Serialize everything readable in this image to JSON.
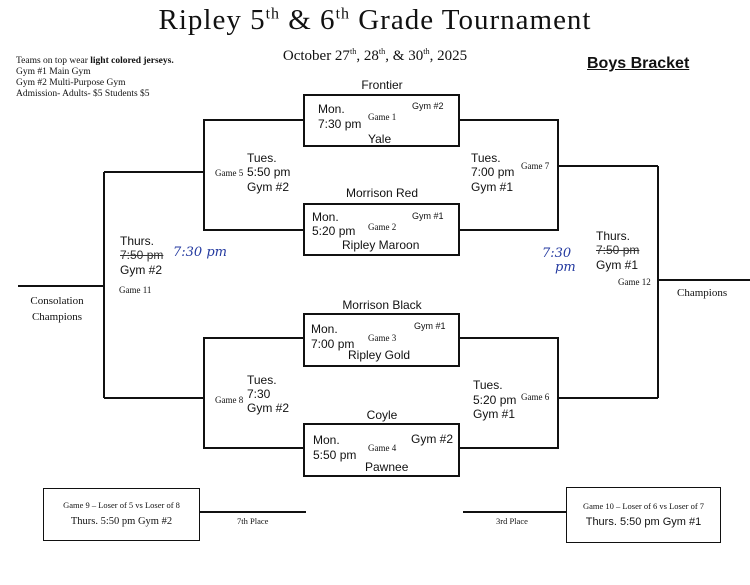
{
  "header": {
    "title_prefix": "Ripley 5",
    "title_sup1": "th",
    "title_mid": " & 6",
    "title_sup2": "th",
    "title_suffix": " Grade Tournament",
    "dates_a": "October 27",
    "dates_a_sup": "th",
    "dates_b": ", 28",
    "dates_b_sup": "th",
    "dates_c": ", & 30",
    "dates_c_sup": "th",
    "dates_d": ", 2025",
    "bracket_label": "Boys Bracket"
  },
  "notes": {
    "jersey_prefix": "Teams on top wear ",
    "jersey_bold": "light colored jerseys.",
    "gym1": "Gym #1 Main Gym",
    "gym2": "Gym #2 Multi-Purpose Gym",
    "admission": "Admission- Adults- $5 Students $5"
  },
  "games": {
    "g1": {
      "top_team": "Frontier",
      "day": "Mon.",
      "time": "7:30 pm",
      "label": "Game 1",
      "gym": "Gym #2",
      "bottom_team": "Yale"
    },
    "g2": {
      "top_team": "Morrison Red",
      "day": "Mon.",
      "time": "5:20 pm",
      "label": "Game 2",
      "gym": "Gym #1",
      "bottom_team": "Ripley Maroon"
    },
    "g3": {
      "top_team": "Morrison Black",
      "day": "Mon.",
      "time": "7:00 pm",
      "label": "Game 3",
      "gym": "Gym #1",
      "bottom_team": "Ripley Gold"
    },
    "g4": {
      "top_team": "Coyle",
      "day": "Mon.",
      "time": "5:50 pm",
      "label": "Game 4",
      "gym": "Gym #2",
      "bottom_team": "Pawnee"
    },
    "g5": {
      "day": "Tues.",
      "time": "5:50 pm",
      "gym": "Gym #2",
      "label": "Game 5"
    },
    "g7": {
      "day": "Tues.",
      "time": "7:00 pm",
      "gym": "Gym #1",
      "label": "Game 7"
    },
    "g8": {
      "day": "Tues.",
      "time": "7:30",
      "gym": "Gym #2",
      "label": "Game 8"
    },
    "g6": {
      "day": "Tues.",
      "time": "5:20 pm",
      "gym": "Gym #1",
      "label": "Game 6"
    },
    "g11": {
      "day": "Thurs.",
      "time_struck": "7:50 pm",
      "time_handwritten": "7:30 pm",
      "gym": "Gym #2",
      "label": "Game 11"
    },
    "g12": {
      "day": "Thurs.",
      "time_struck": "7:50 pm",
      "time_handwritten_a": "7:30",
      "time_handwritten_b": "pm",
      "gym": "Gym #1",
      "label": "Game 12"
    },
    "g9": {
      "line1": "Game 9 – Loser of 5 vs Loser of 8",
      "line2": "Thurs. 5:50 pm Gym #2",
      "place": "7th Place"
    },
    "g10": {
      "line1": "Game 10 – Loser of 6 vs Loser of 7",
      "line2": "Thurs. 5:50 pm Gym #1",
      "place": "3rd Place"
    }
  },
  "finals": {
    "consolation_line1": "Consolation",
    "consolation_line2": "Champions",
    "champions": "Champions"
  }
}
